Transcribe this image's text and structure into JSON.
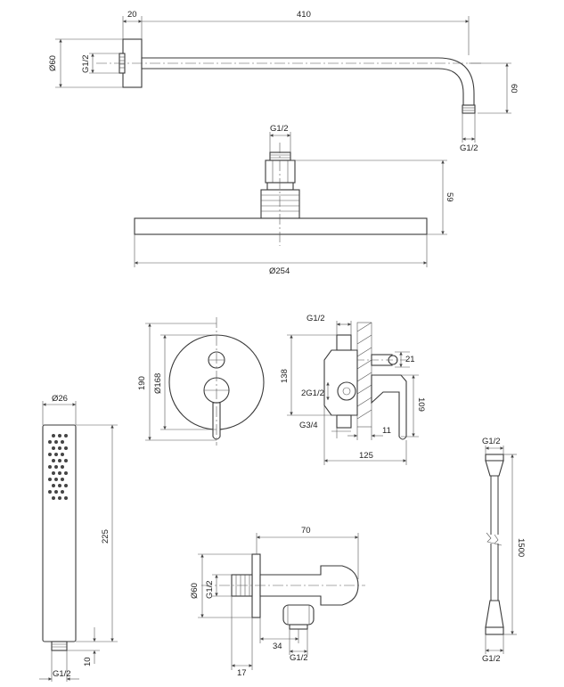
{
  "labels": {
    "arm_width": "20",
    "arm_length": "410",
    "arm_diameter": "Ø60",
    "arm_thread": "G1/2",
    "arm_drop": "60",
    "arm_outlet_thread": "G1/2",
    "head_thread": "G1/2",
    "head_height": "59",
    "head_diameter": "Ø254",
    "plate_height": "190",
    "plate_diameter": "Ø168",
    "valve_thread_top": "G1/2",
    "valve_depth": "138",
    "valve_small": "21",
    "valve_thread_mid": "2G1/2",
    "valve_thread_bottom": "G3/4",
    "valve_offset": "109",
    "valve_wall": "11",
    "valve_width": "125",
    "hand_diameter": "Ø26",
    "hand_length": "225",
    "hand_thread_len": "10",
    "hand_thread": "G1/2",
    "elbow_length": "70",
    "elbow_diameter": "Ø60",
    "elbow_thread": "G1/2",
    "elbow_offset": "34",
    "elbow_outlet_thread": "G1/2",
    "elbow_depth": "17",
    "hose_thread_top": "G1/2",
    "hose_length": "1500",
    "hose_thread_bottom": "G1/2"
  }
}
